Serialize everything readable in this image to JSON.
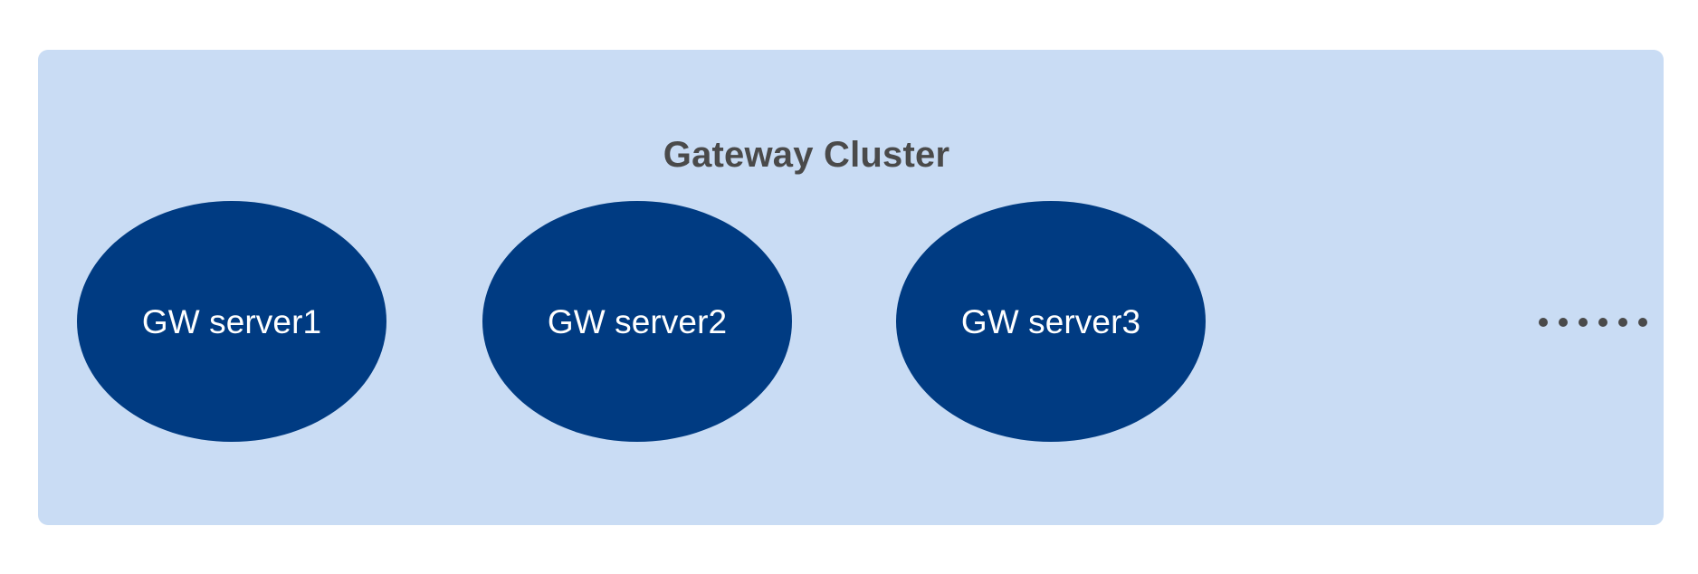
{
  "diagram": {
    "title": "Gateway Cluster",
    "container_color": "#c9dcf4",
    "title_color": "#4a4a4a",
    "node_color": "#003b82",
    "node_label_color": "#ffffff",
    "dot_color": "#4a4a4a",
    "background_color": "#ffffff",
    "nodes": [
      {
        "label": "GW server1"
      },
      {
        "label": "GW server2"
      },
      {
        "label": "GW server3"
      }
    ],
    "more_indicator": {
      "name": "ellipsis-dots",
      "dot_count": 6,
      "meaning": "additional gateway servers"
    }
  }
}
